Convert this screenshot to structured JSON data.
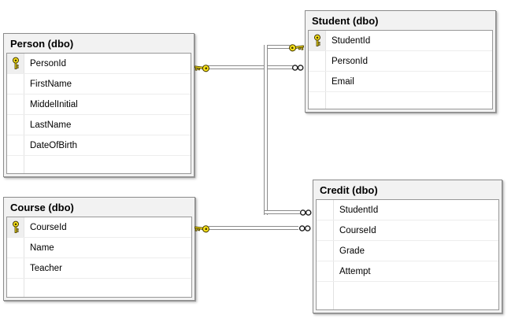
{
  "diagram": {
    "kind": "database-diagram",
    "tables": {
      "person": {
        "title": "Person (dbo)",
        "columns": [
          {
            "name": "PersonId",
            "pk": true
          },
          {
            "name": "FirstName",
            "pk": false
          },
          {
            "name": "MiddelInitial",
            "pk": false
          },
          {
            "name": "LastName",
            "pk": false
          },
          {
            "name": "DateOfBirth",
            "pk": false
          }
        ]
      },
      "student": {
        "title": "Student (dbo)",
        "columns": [
          {
            "name": "StudentId",
            "pk": true
          },
          {
            "name": "PersonId",
            "pk": false
          },
          {
            "name": "Email",
            "pk": false
          }
        ]
      },
      "course": {
        "title": "Course (dbo)",
        "columns": [
          {
            "name": "CourseId",
            "pk": true
          },
          {
            "name": "Name",
            "pk": false
          },
          {
            "name": "Teacher",
            "pk": false
          }
        ]
      },
      "credit": {
        "title": "Credit (dbo)",
        "columns": [
          {
            "name": "StudentId",
            "pk": false
          },
          {
            "name": "CourseId",
            "pk": false
          },
          {
            "name": "Grade",
            "pk": false
          },
          {
            "name": "Attempt",
            "pk": false
          }
        ]
      }
    },
    "relationships": [
      {
        "one_side": "Person.PersonId",
        "many_side": "Student.PersonId",
        "one_glyph": "key",
        "many_glyph": "infinity"
      },
      {
        "one_side": "Student.StudentId",
        "many_side": "Credit.StudentId",
        "one_glyph": "key",
        "many_glyph": "infinity"
      },
      {
        "one_side": "Course.CourseId",
        "many_side": "Credit.CourseId",
        "one_glyph": "key",
        "many_glyph": "infinity"
      }
    ],
    "colors": {
      "key_fill": "#ffe81a",
      "key_outline": "#4a3f00",
      "connector_line": "#8b8b8b",
      "window_chrome": "#f2f2f2",
      "row_separator": "#ededed",
      "canvas": "#ffffff"
    }
  }
}
